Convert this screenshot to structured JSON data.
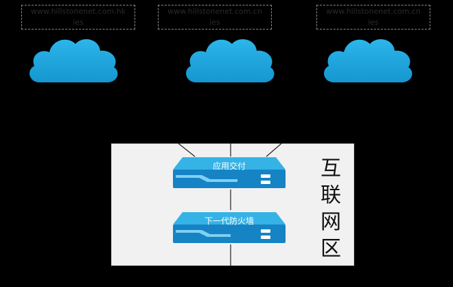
{
  "clouds": [
    {
      "url_line1": "www.hillstonenet.com.hk",
      "url_line2": "ies"
    },
    {
      "url_line1": "www.hillstonenet.com.cn",
      "url_line2": "ies"
    },
    {
      "url_line1": "www.hillstonenet.com.cn",
      "url_line2": "ies"
    }
  ],
  "zone": {
    "chars": [
      "互",
      "联",
      "网",
      "区"
    ]
  },
  "devices": [
    {
      "label": "应用交付"
    },
    {
      "label": "下一代防火墙"
    }
  ],
  "colors": {
    "cloud": "#1ba3dc",
    "device": "#1aa0d8",
    "zone_bg": "#f1f1f1"
  }
}
